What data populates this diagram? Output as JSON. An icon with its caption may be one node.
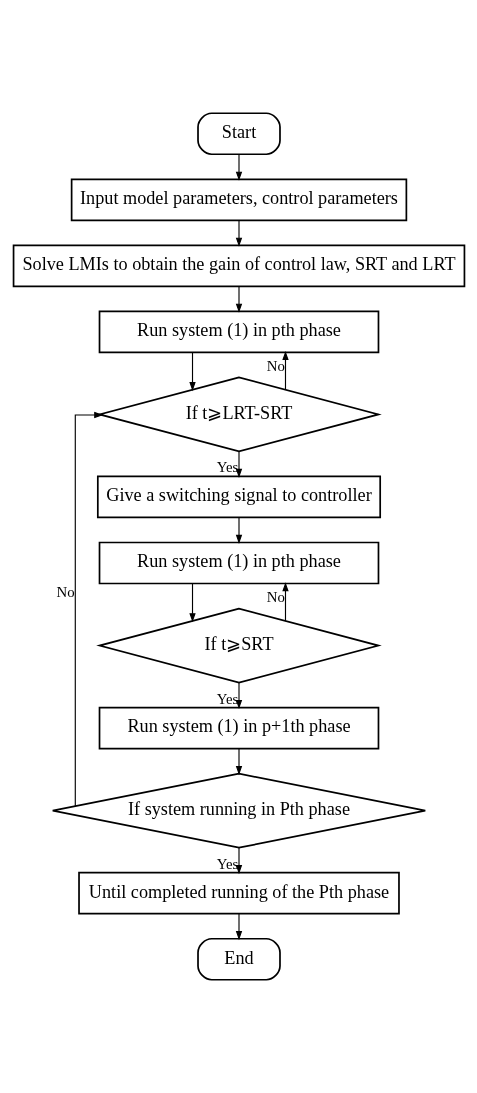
{
  "diagram": {
    "nodes": [
      {
        "text": [
          "Start"
        ]
      },
      {
        "text": [
          "Input model parameters, control parameters"
        ]
      },
      {
        "text": [
          "Solve LMIs to obtain the gain of control law, SRT and LRT"
        ]
      },
      {
        "text": [
          "Run system (1) in pth phase"
        ]
      },
      {
        "text": [
          "If t⩾LRT-SRT"
        ]
      },
      {
        "text": [
          "Give a switching signal to controller"
        ]
      },
      {
        "text": [
          "Run system (1) in pth phase"
        ]
      },
      {
        "text": [
          "If t⩾SRT"
        ]
      },
      {
        "text": [
          "Run system (1) in p+1th phase"
        ]
      },
      {
        "text": [
          "If system running in Pth phase"
        ]
      },
      {
        "text": [
          "Until completed running of the Pth phase"
        ]
      },
      {
        "text": [
          "End"
        ]
      }
    ],
    "edges": [
      {
        "from": 0,
        "to": 1,
        "arrow": "to"
      },
      {
        "from": 1,
        "to": 2,
        "arrow": "to"
      },
      {
        "from": 2,
        "to": 3,
        "arrow": "to"
      },
      {
        "from": 3,
        "to": 4,
        "arrow": "to"
      },
      {
        "from": 4,
        "to": 5,
        "arrow": "to",
        "label": "Yes"
      },
      {
        "from": 4,
        "to": 3,
        "arrow": "to",
        "label": "No"
      },
      {
        "from": 5,
        "to": 6,
        "arrow": "to"
      },
      {
        "from": 6,
        "to": 7,
        "arrow": "to"
      },
      {
        "from": 7,
        "to": 8,
        "arrow": "to",
        "label": "Yes"
      },
      {
        "from": 7,
        "to": 6,
        "arrow": "to",
        "label": "No"
      },
      {
        "from": 8,
        "to": 9,
        "arrow": "to"
      },
      {
        "from": 9,
        "to": 10,
        "arrow": "to",
        "label": "Yes"
      },
      {
        "from": 9,
        "to": 4,
        "arrow": "to",
        "label": "No"
      },
      {
        "from": 10,
        "to": 11,
        "arrow": "to"
      }
    ]
  }
}
